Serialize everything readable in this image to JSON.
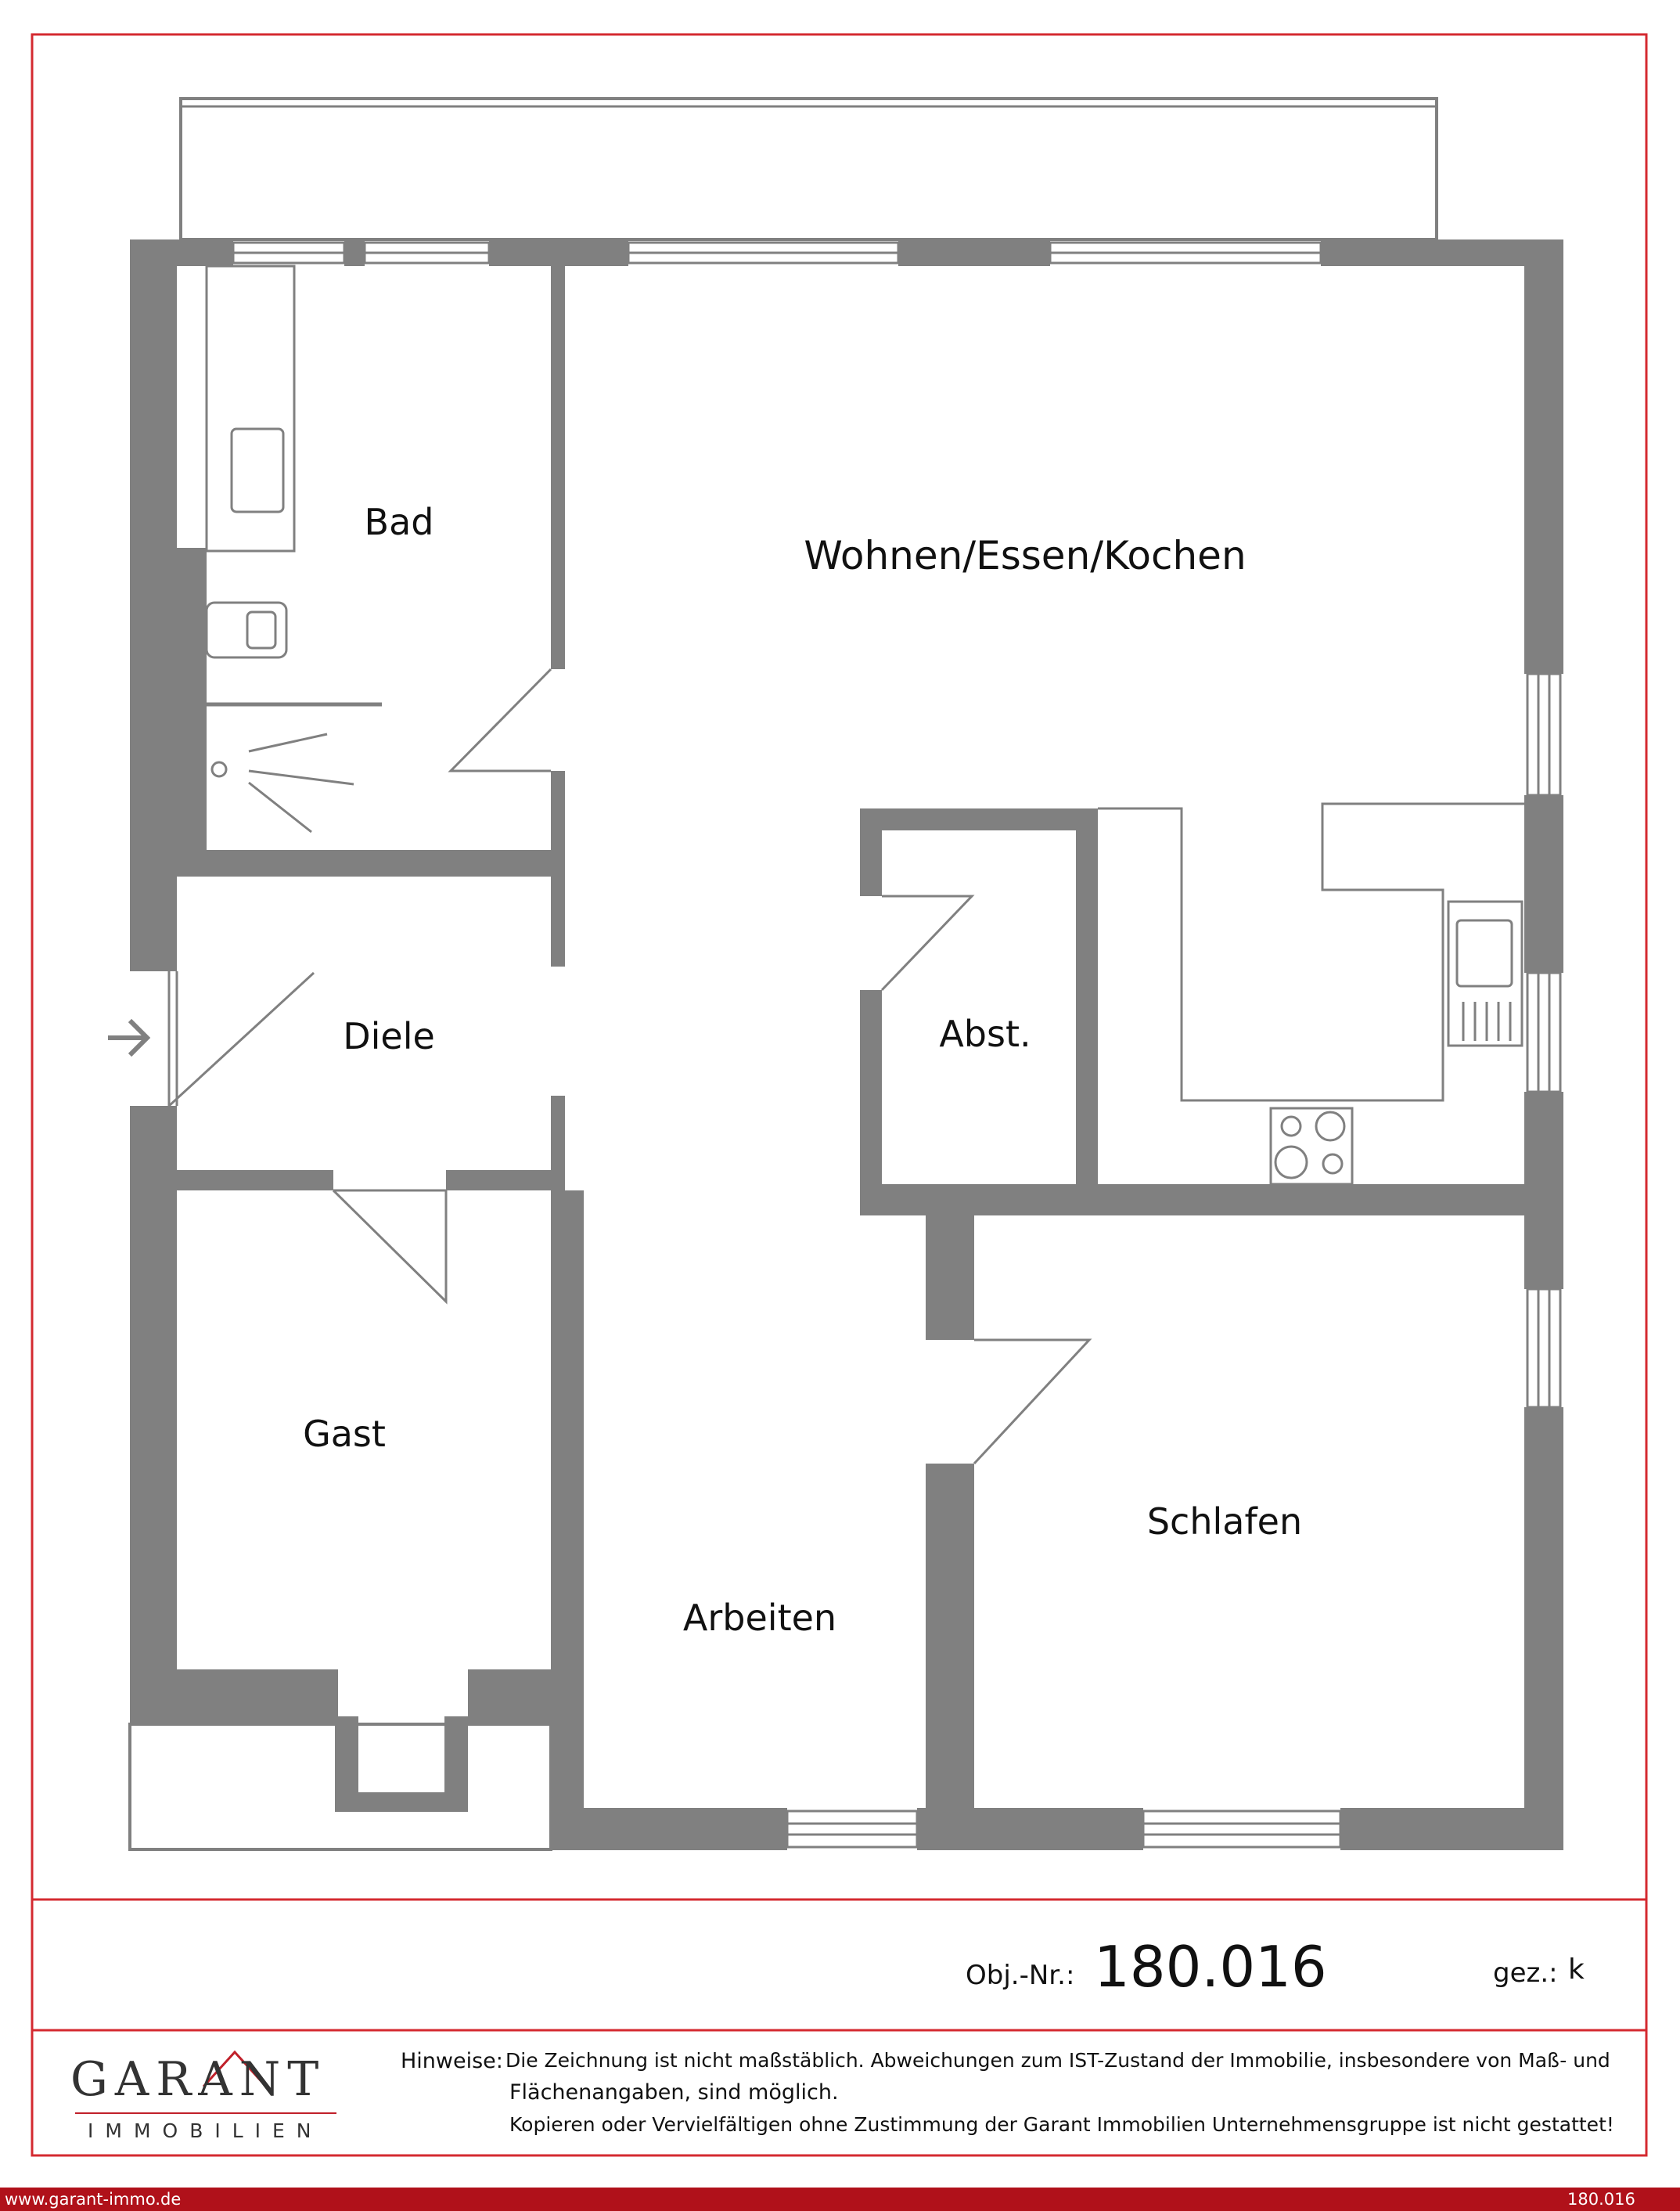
{
  "rooms": {
    "bad": "Bad",
    "wohnen": "Wohnen/Essen/Kochen",
    "diele": "Diele",
    "abst": "Abst.",
    "gast": "Gast",
    "arbeiten": "Arbeiten",
    "schlafen": "Schlafen"
  },
  "object": {
    "label": "Obj.-Nr.:",
    "number": "180.016",
    "drawn_by_label": "gez.:",
    "drawn_by": "k"
  },
  "logo": {
    "wordmark": "GARANT",
    "sub": "IMMOBILIEN"
  },
  "notice": {
    "label": "Hinweise:",
    "line1": "Die Zeichnung ist nicht maßstäblich. Abweichungen zum IST-Zustand der Immobilie, insbesondere von Maß- und",
    "line2": "Flächenangaben, sind möglich.",
    "line3": "Kopieren oder Vervielfältigen ohne Zustimmung der Garant Immobilien Unternehmensgruppe ist nicht gestattet!"
  },
  "footer_bar": {
    "website": "www.garant-immo.de",
    "number": "180.016"
  },
  "colors": {
    "wall": "#808080",
    "frame": "#d42a30",
    "bar": "#b0111a"
  }
}
